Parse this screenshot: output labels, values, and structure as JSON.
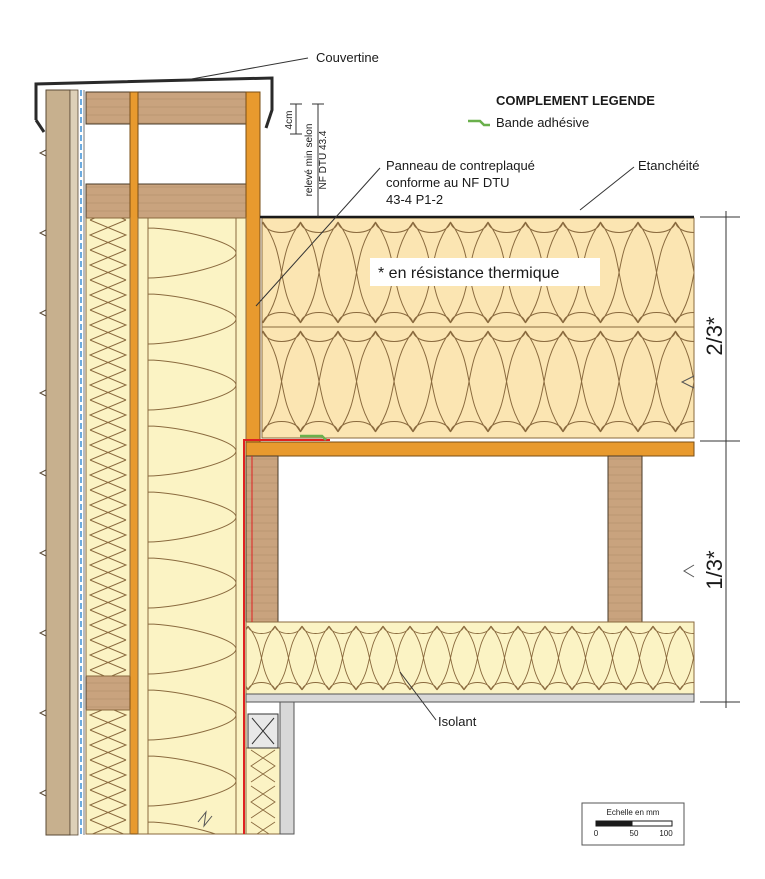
{
  "labels": {
    "couvertine": "Couvertine",
    "releve_line1": "relevé min selon",
    "releve_line2": "NF DTU 43.4",
    "dim_4cm": "4cm",
    "panneau_line1": "Panneau de contreplaqué",
    "panneau_line2": "conforme au NF DTU",
    "panneau_line3": "43-4 P1-2",
    "etancheite": "Etanchéité",
    "resistance_note": "* en résistance thermique",
    "isolant": "Isolant"
  },
  "legend": {
    "title": "COMPLEMENT LEGENDE",
    "item_label": "Bande adhésive",
    "item_color": "#6ab04c"
  },
  "dimensions": {
    "upper": "2/3*",
    "lower": "1/3*"
  },
  "scale": {
    "title": "Echelle en mm",
    "ticks": [
      "0",
      "50",
      "100"
    ]
  },
  "colors": {
    "wood": "#c9a37e",
    "plywood": "#e89a2e",
    "insulation": "#fbe5b2",
    "wall_insulation": "#fbf3c4",
    "membrane": "#e02020",
    "cladding": "#c7b08e"
  }
}
